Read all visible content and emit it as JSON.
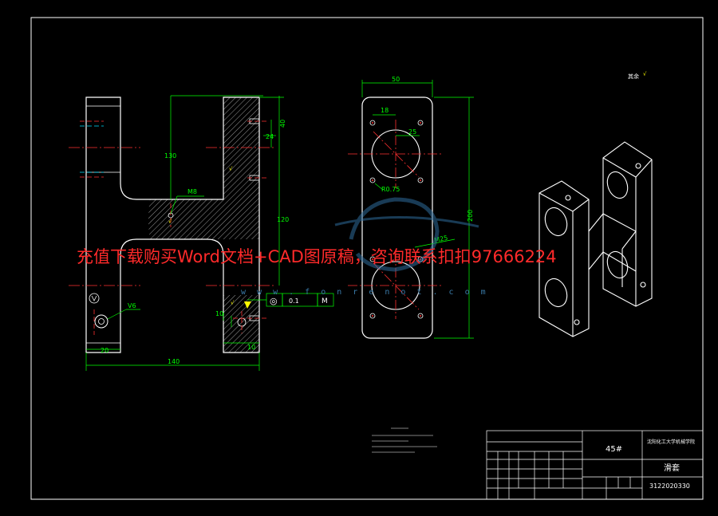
{
  "front_view": {
    "dims": {
      "d40": "40",
      "d24": "24",
      "d130": "130",
      "d120": "120",
      "d10a": "10",
      "d10b": "10",
      "d20": "20",
      "d140": "140",
      "m8": "M8",
      "v6": "V6",
      "f01": "0.1"
    },
    "symbols": {
      "circle": "◎",
      "symbol_m": "M"
    }
  },
  "side_view": {
    "dims": {
      "d50": "50",
      "d18": "18",
      "d25": "25",
      "d200": "200",
      "r075": "R0.75",
      "m25": "M25"
    }
  },
  "corner_note": "其余",
  "watermark": {
    "text": "充值下载购买Word文档+CAD图原稿，咨询联系扣扣97666224",
    "url": "w w w . f o n r e n o t . c o m",
    "color": "#ff2a2a"
  },
  "title_block": {
    "material": "45#",
    "school": "沈阳化工大学机械学院",
    "part_name": "滑套",
    "drawing_no": "3122020330"
  },
  "colors": {
    "background": "#000000",
    "outline": "#ffffff",
    "dimension": "#00ff00",
    "centerline": "#ff3030",
    "hatch": "#ffffff",
    "note": "#ffff00"
  }
}
